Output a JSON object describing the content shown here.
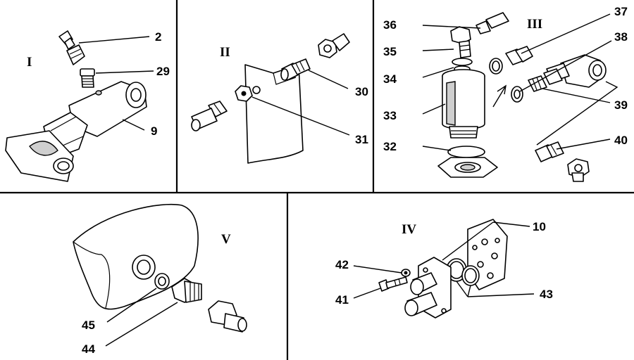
{
  "panels": {
    "p1": {
      "roman": "I",
      "callouts": [
        "2",
        "29",
        "9"
      ]
    },
    "p2": {
      "roman": "II",
      "callouts": [
        "30",
        "31"
      ]
    },
    "p3": {
      "roman": "III",
      "callouts": [
        "36",
        "35",
        "34",
        "33",
        "32",
        "37",
        "38",
        "39",
        "40"
      ]
    },
    "p4": {
      "roman": "IV",
      "callouts": [
        "10",
        "42",
        "41",
        "43"
      ]
    },
    "p5": {
      "roman": "V",
      "callouts": [
        "45",
        "44"
      ]
    }
  }
}
